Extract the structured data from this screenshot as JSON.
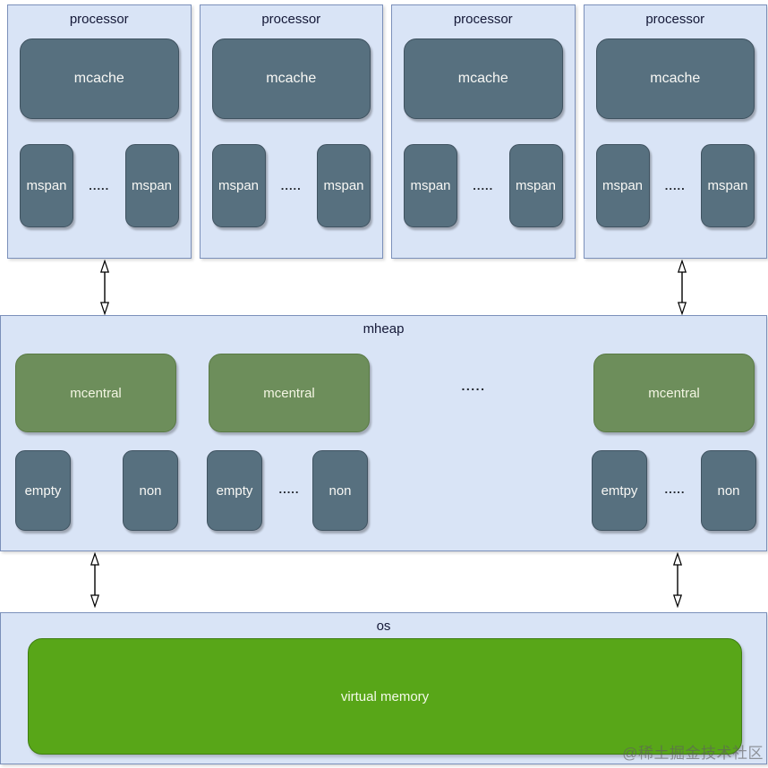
{
  "diagram": {
    "processors": [
      {
        "label": "processor",
        "cache_label": "mcache",
        "span_left": "mspan",
        "dots": ".....",
        "span_right": "mspan"
      },
      {
        "label": "processor",
        "cache_label": "mcache",
        "span_left": "mspan",
        "dots": ".....",
        "span_right": "mspan"
      },
      {
        "label": "processor",
        "cache_label": "mcache",
        "span_left": "mspan",
        "dots": ".....",
        "span_right": "mspan"
      },
      {
        "label": "processor",
        "cache_label": "mcache",
        "span_left": "mspan",
        "dots": ".....",
        "span_right": "mspan"
      }
    ],
    "mheap": {
      "label": "mheap",
      "mid_dots": ".....",
      "groups": [
        {
          "central_label": "mcentral",
          "left_label": "empty",
          "dots": "",
          "right_label": "non"
        },
        {
          "central_label": "mcentral",
          "left_label": "empty",
          "dots": ".....",
          "right_label": "non"
        },
        {
          "central_label": "mcentral",
          "left_label": "emtpy",
          "dots": ".....",
          "right_label": "non"
        }
      ]
    },
    "os": {
      "label": "os",
      "memory_label": "virtual memory"
    },
    "watermark": "@稀土掘金技术社区",
    "colors": {
      "container_fill": "#d9e4f6",
      "container_border": "#7b90ba",
      "slate_fill": "#57707f",
      "slate_border": "#3f5260",
      "green_fill": "#6d8e5b",
      "green_border": "#5a7a45",
      "bright_green_fill": "#58a618",
      "bright_green_border": "#3f7d12",
      "label_text": "#141837",
      "box_text": "#f8f8f5"
    }
  }
}
